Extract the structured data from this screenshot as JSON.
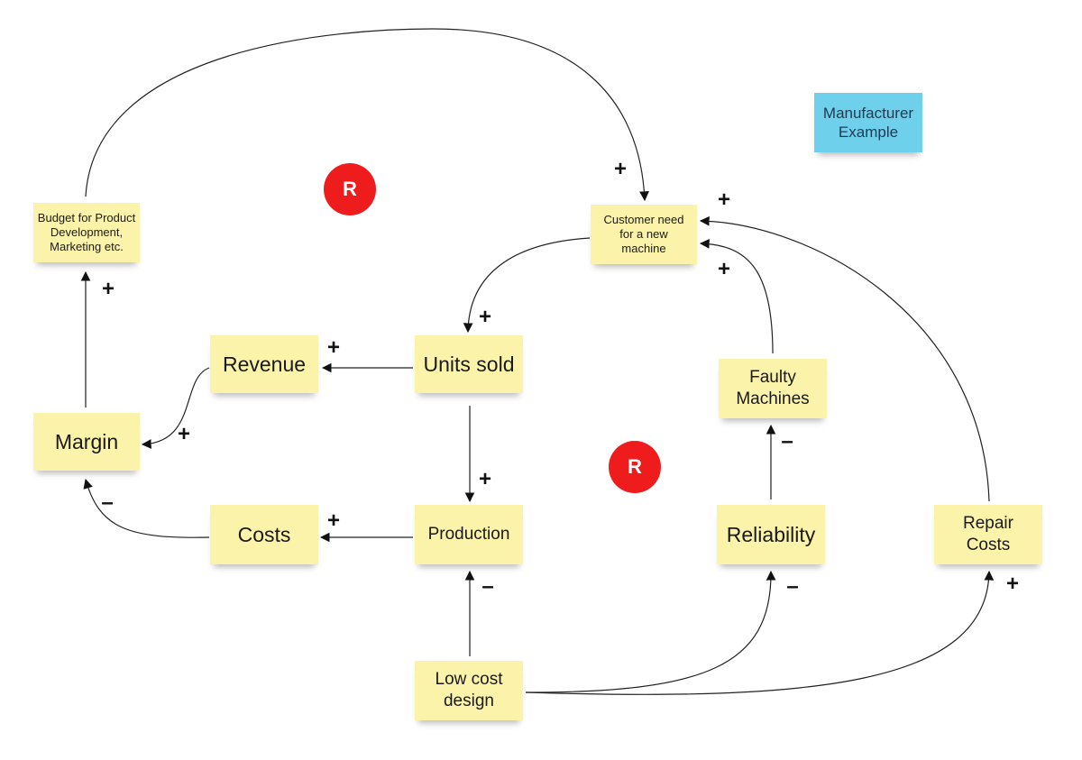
{
  "title_note": "Manufacturer\nExample",
  "nodes": {
    "budget": "Budget for Product\nDevelopment,\nMarketing etc.",
    "customer_need": "Customer need\nfor a new\nmachine",
    "revenue": "Revenue",
    "units_sold": "Units sold",
    "margin": "Margin",
    "faulty": "Faulty\nMachines",
    "costs": "Costs",
    "production": "Production",
    "reliability": "Reliability",
    "repair": "Repair\nCosts",
    "low_cost": "Low cost\ndesign"
  },
  "loops": {
    "top": "R",
    "bottom": "R"
  },
  "signs": {
    "budget_to_customer": "+",
    "repair_to_customer": "+",
    "faulty_to_customer": "+",
    "margin_to_budget": "+",
    "customer_to_units": "+",
    "units_to_revenue": "+",
    "revenue_to_margin": "+",
    "faulty_from_reliability": "–",
    "units_to_production": "+",
    "costs_to_margin": "–",
    "production_to_costs": "+",
    "low_cost_to_production": "–",
    "low_cost_to_reliability": "–",
    "low_cost_to_repair": "+"
  }
}
